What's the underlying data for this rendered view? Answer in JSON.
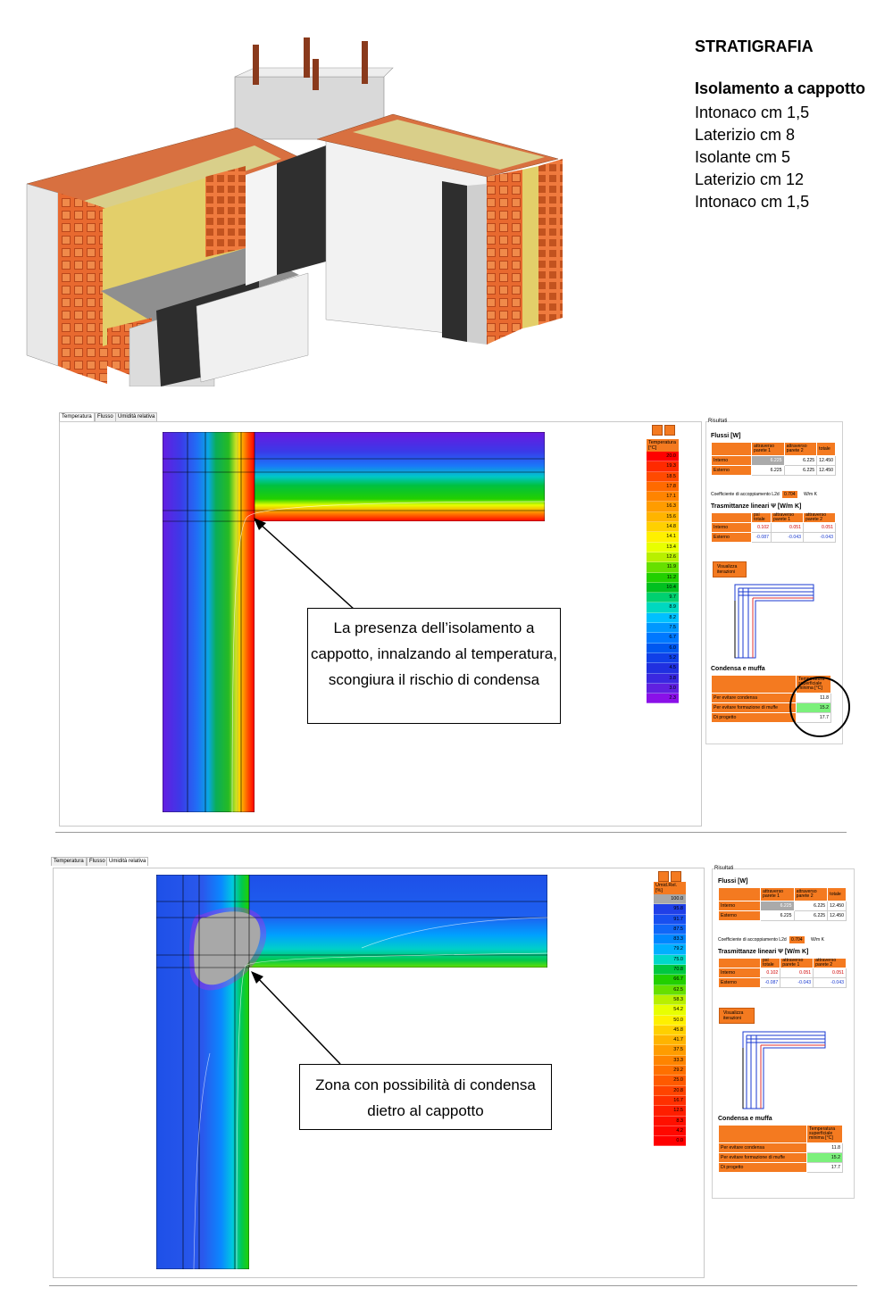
{
  "stratigrafia": {
    "heading": "STRATIGRAFIA",
    "subheading": "Isolamento a cappotto",
    "layers": [
      "Intonaco cm 1,5",
      "Laterizio cm 8",
      "Isolante cm 5",
      "Laterizio cm 12",
      "Intonaco cm 1,5"
    ]
  },
  "panel1": {
    "tabs": [
      "Temperatura",
      "Flusso",
      "Umidità relativa"
    ],
    "active_tab": "Temperatura",
    "legend_title": "Temperatura [°C]",
    "legend": [
      {
        "v": "20.0",
        "c": "#ff0000"
      },
      {
        "v": "19.3",
        "c": "#ff2a00"
      },
      {
        "v": "18.5",
        "c": "#ff4a00"
      },
      {
        "v": "17.8",
        "c": "#ff6a00"
      },
      {
        "v": "17.1",
        "c": "#ff8400"
      },
      {
        "v": "16.3",
        "c": "#ff9c00"
      },
      {
        "v": "15.6",
        "c": "#ffb400"
      },
      {
        "v": "14.8",
        "c": "#ffd000"
      },
      {
        "v": "14.1",
        "c": "#fff000"
      },
      {
        "v": "13.4",
        "c": "#e8ff00"
      },
      {
        "v": "12.6",
        "c": "#b8f000"
      },
      {
        "v": "11.9",
        "c": "#66e000"
      },
      {
        "v": "11.2",
        "c": "#22d000"
      },
      {
        "v": "10.4",
        "c": "#00c020"
      },
      {
        "v": "9.7",
        "c": "#00d070"
      },
      {
        "v": "8.9",
        "c": "#00d8c0"
      },
      {
        "v": "8.2",
        "c": "#00c0ff"
      },
      {
        "v": "7.5",
        "c": "#0098ff"
      },
      {
        "v": "6.7",
        "c": "#0078ff"
      },
      {
        "v": "6.0",
        "c": "#0058f0"
      },
      {
        "v": "5.2",
        "c": "#1040e8"
      },
      {
        "v": "4.5",
        "c": "#2030e0"
      },
      {
        "v": "3.8",
        "c": "#3a28e0"
      },
      {
        "v": "3.0",
        "c": "#6020e0"
      },
      {
        "v": "2.3",
        "c": "#8a10e8"
      }
    ],
    "callout": "La presenza dell’isolamento a cappotto, innalzando al temperatura,  scongiura il rischio di condensa"
  },
  "panel2": {
    "tabs": [
      "Temperatura",
      "Flusso",
      "Umidità relativa"
    ],
    "active_tab": "Umidità relativa",
    "legend_title": "Umid.Rel. [%]",
    "legend": [
      {
        "v": "100.0",
        "c": "#a8a8a8"
      },
      {
        "v": "95.8",
        "c": "#2040e8"
      },
      {
        "v": "91.7",
        "c": "#1850f0"
      },
      {
        "v": "87.5",
        "c": "#1068f8"
      },
      {
        "v": "83.3",
        "c": "#0088ff"
      },
      {
        "v": "79.2",
        "c": "#00b0ff"
      },
      {
        "v": "75.0",
        "c": "#00d8c8"
      },
      {
        "v": "70.8",
        "c": "#00c840"
      },
      {
        "v": "66.7",
        "c": "#22d000"
      },
      {
        "v": "62.5",
        "c": "#66e000"
      },
      {
        "v": "58.3",
        "c": "#b8f000"
      },
      {
        "v": "54.2",
        "c": "#e8ff00"
      },
      {
        "v": "50.0",
        "c": "#fff000"
      },
      {
        "v": "45.8",
        "c": "#ffd000"
      },
      {
        "v": "41.7",
        "c": "#ffb400"
      },
      {
        "v": "37.5",
        "c": "#ff9c00"
      },
      {
        "v": "33.3",
        "c": "#ff8400"
      },
      {
        "v": "29.2",
        "c": "#ff7000"
      },
      {
        "v": "25.0",
        "c": "#ff5a00"
      },
      {
        "v": "20.8",
        "c": "#ff4400"
      },
      {
        "v": "16.7",
        "c": "#ff3000"
      },
      {
        "v": "12.5",
        "c": "#ff1e00"
      },
      {
        "v": "8.3",
        "c": "#ff1000"
      },
      {
        "v": "4.2",
        "c": "#ff0800"
      },
      {
        "v": "0.0",
        "c": "#ff0000"
      }
    ],
    "callout": "Zona con possibilità di condensa dietro al cappotto"
  },
  "results": {
    "title": "Risultati",
    "flussi_title": "Flussi [W]",
    "flussi_headers": [
      "attraverso parete 1",
      "attraverso parete 2",
      "totale"
    ],
    "flussi_rows": [
      {
        "label": "Interno",
        "p1": "6.225",
        "p2": "6.225",
        "tot": "12.450"
      },
      {
        "label": "Esterno",
        "p1": "6.225",
        "p2": "6.225",
        "tot": "12.450"
      }
    ],
    "coeff_label": "Coefficiente di accoppiamento L2d",
    "coeff_value": "0.704",
    "coeff_unit": "W/m K",
    "trasm_title": "Trasmittanze lineari  Ψ [W/m K]",
    "trasm_headers": [
      "psi totale",
      "attraverso parete 1",
      "attraverso parete 2"
    ],
    "trasm_rows": [
      {
        "label": "Interno",
        "a": "0.102",
        "b": "0.051",
        "c": "0.051"
      },
      {
        "label": "Esterno",
        "a": "-0.087",
        "b": "-0.043",
        "c": "-0.043"
      }
    ],
    "visualizza": "Visualizza iterazioni",
    "condensa_title": "Condensa e muffa",
    "condensa_header": "Temperatura superficiale minima [°C]",
    "condensa_rows": [
      {
        "label": "Per evitare condensa",
        "v": "11.8"
      },
      {
        "label": "Per evitare formazione di muffe",
        "v": "15.2"
      },
      {
        "label": "Di progetto",
        "v": "17.7"
      }
    ]
  }
}
